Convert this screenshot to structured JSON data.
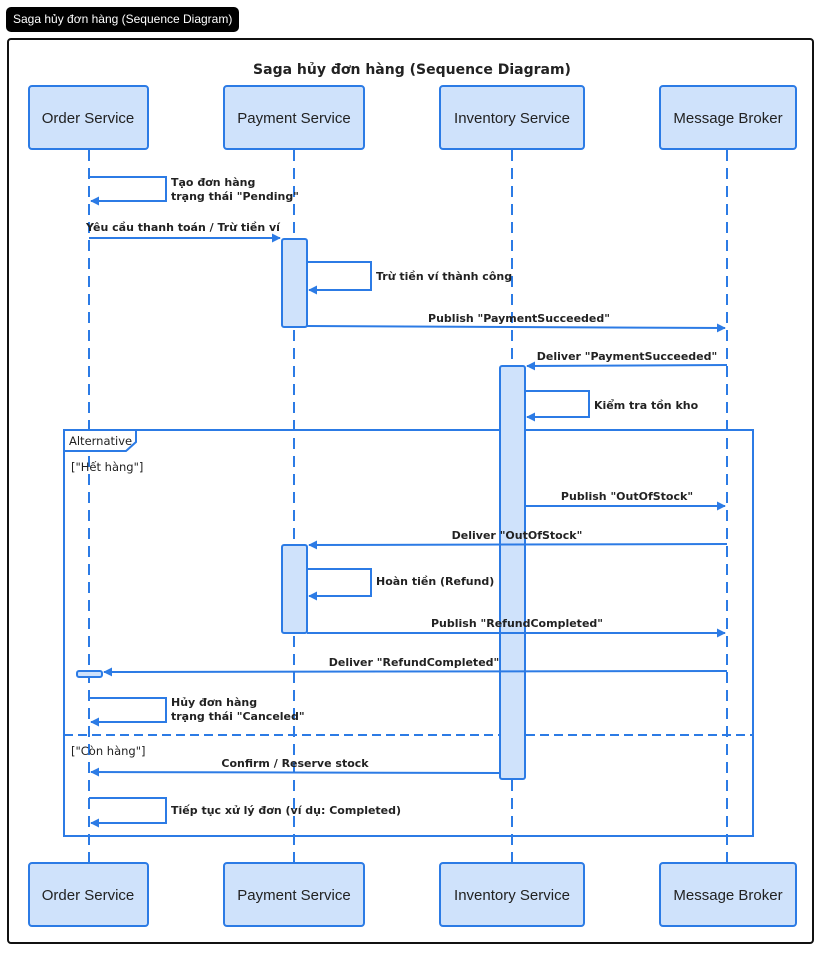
{
  "tab": {
    "title": "Saga hủy đơn hàng (Sequence Diagram)"
  },
  "diagram": {
    "title": "Saga hủy đơn hàng (Sequence Diagram)",
    "colors": {
      "accent": "#2c7be5",
      "actor_fill": "#cfe2fb",
      "text": "#222222"
    },
    "actors": [
      {
        "id": "order",
        "label": "Order Service"
      },
      {
        "id": "payment",
        "label": "Payment Service"
      },
      {
        "id": "inventory",
        "label": "Inventory Service"
      },
      {
        "id": "broker",
        "label": "Message Broker"
      }
    ],
    "messages": [
      {
        "label_lines": [
          "Tạo đơn hàng",
          "trạng thái \"Pending\""
        ]
      },
      {
        "label_lines": [
          "Yêu cầu thanh toán / Trừ tiền ví"
        ]
      },
      {
        "label_lines": [
          "Trừ tiền ví thành công"
        ]
      },
      {
        "label_lines": [
          "Publish \"PaymentSucceeded\""
        ]
      },
      {
        "label_lines": [
          "Deliver \"PaymentSucceeded\""
        ]
      },
      {
        "label_lines": [
          "Kiểm tra tồn kho"
        ]
      },
      {
        "label_lines": [
          "Publish \"OutOfStock\""
        ]
      },
      {
        "label_lines": [
          "Deliver \"OutOfStock\""
        ]
      },
      {
        "label_lines": [
          "Hoàn tiền (Refund)"
        ]
      },
      {
        "label_lines": [
          "Publish \"RefundCompleted\""
        ]
      },
      {
        "label_lines": [
          "Deliver \"RefundCompleted\""
        ]
      },
      {
        "label_lines": [
          "Hủy đơn hàng",
          "trạng thái \"Canceled\""
        ]
      },
      {
        "label_lines": [
          "Confirm / Reserve stock"
        ]
      },
      {
        "label_lines": [
          "Tiếp tục xử lý đơn (ví dụ: Completed)"
        ]
      }
    ],
    "fragment": {
      "label": "Alternative",
      "guards": [
        "[\"Hết hàng\"]",
        "[\"Còn hàng\"]"
      ]
    }
  }
}
